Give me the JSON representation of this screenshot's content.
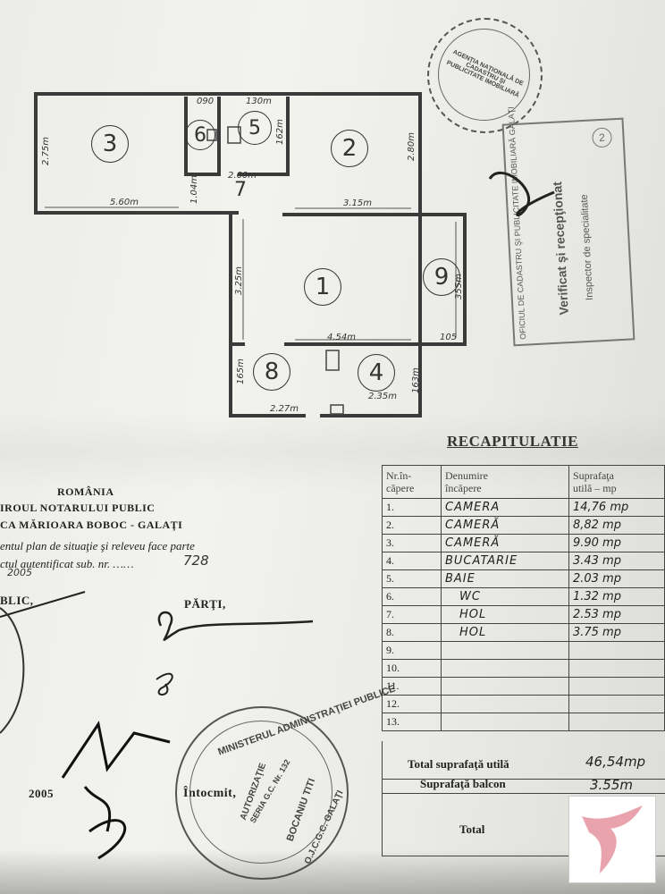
{
  "floor_plan": {
    "rooms": [
      "1",
      "2",
      "3",
      "4",
      "5",
      "6",
      "7",
      "8",
      "9"
    ],
    "dims": {
      "d560": "5.60m",
      "d315": "3.15m",
      "d275": "2.75m",
      "d280": "2.80m",
      "d090": "090",
      "d130": "130m",
      "d162": "162m",
      "d260": "2.60m",
      "d104": "1.04m",
      "d325": "3.25m",
      "d355": "355m",
      "d454": "4.54m",
      "d105": "105",
      "d165": "165m",
      "d163": "163m",
      "d227": "2.27m",
      "d235": "2.35m"
    }
  },
  "recap": {
    "title": "RECAPITULATIE",
    "headers": [
      "Nr.în-\ncăpere",
      "Denumire\nîncăpere",
      "Suprafaţa\nutilă – mp"
    ],
    "rows": [
      {
        "nr": "1.",
        "name": "CAMERA",
        "area": "14,76 mp"
      },
      {
        "nr": "2.",
        "name": "CAMERĂ",
        "area": "8,82 mp"
      },
      {
        "nr": "3.",
        "name": "CAMERĂ",
        "area": "9.90 mp"
      },
      {
        "nr": "4.",
        "name": "BUCATARIE",
        "area": "3.43 mp"
      },
      {
        "nr": "5.",
        "name": "BAIE",
        "area": "2.03 mp"
      },
      {
        "nr": "6.",
        "name": "WC",
        "area": "1.32 mp"
      },
      {
        "nr": "7.",
        "name": "HOL",
        "area": "2.53 mp"
      },
      {
        "nr": "8.",
        "name": "HOL",
        "area": "3.75 mp"
      },
      {
        "nr": "9.",
        "name": "",
        "area": ""
      },
      {
        "nr": "10.",
        "name": "",
        "area": ""
      },
      {
        "nr": "11.",
        "name": "",
        "area": ""
      },
      {
        "nr": "12.",
        "name": "",
        "area": ""
      },
      {
        "nr": "13.",
        "name": "",
        "area": ""
      }
    ],
    "total_util_label": "Total suprafaţă utilă",
    "total_util_value": "46,54mp",
    "balcon_label": "Suprafaţă balcon",
    "balcon_value": "3.55m",
    "total_label": "Total"
  },
  "notary": {
    "line1": "ROMÂNIA",
    "line2": "IROUL NOTARULUI PUBLIC",
    "line3": "CA MĂRIOARA BOBOC - GALAŢI",
    "line4": "entul plan de situaţie şi releveu face parte",
    "line5": "ctul autentificat sub. nr. ……",
    "act_number": "728",
    "year_note": "2005",
    "publ": "BLIC,",
    "parti": "PĂRŢI,",
    "date_year": "2005",
    "intocmit": "Întocmit,"
  },
  "stamps": {
    "top_right": "AGENŢIA NAŢIONALĂ DE CADASTRU ŞI PUBLICITATE IMOBILIARĂ",
    "rect_1": "OFICIUL DE CADASTRU ŞI PUBLICITATE IMOBILIARĂ GALAŢI",
    "rect_2": "Verificat şi recepţionat",
    "rect_3": "Inspector de specialitate",
    "rect_num": "2",
    "bottom_1": "MINISTERUL ADMINISTRAŢIEI PUBLICE",
    "bottom_2": "AUTORIZAŢIE",
    "bottom_3": "SERIA G.C. Nr. 132",
    "bottom_4": "BOCANIU TITI",
    "bottom_5": "O.J.C.G.C. GALAŢI"
  }
}
